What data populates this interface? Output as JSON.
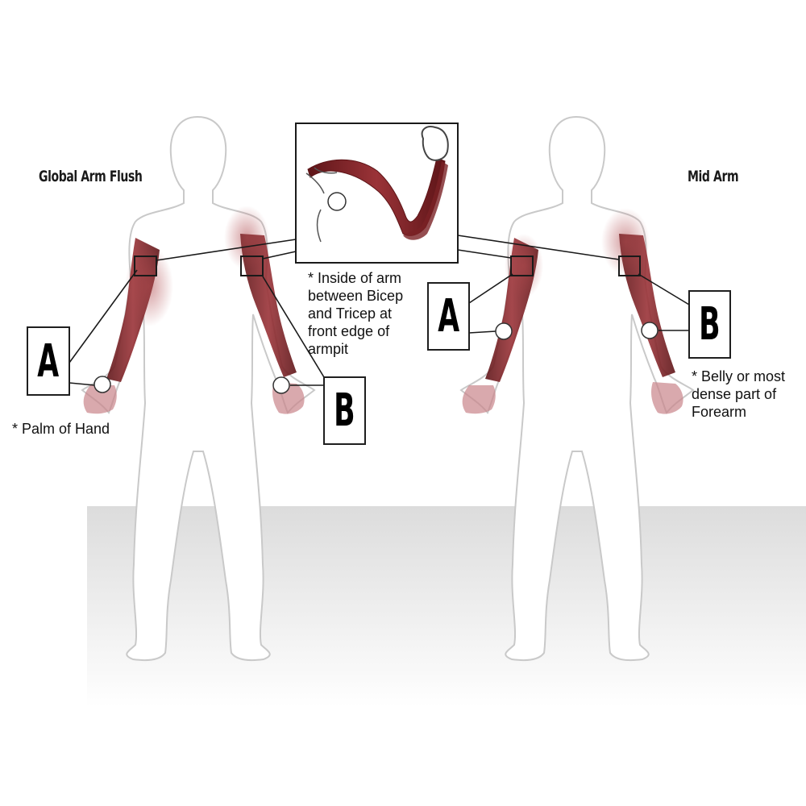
{
  "diagram": {
    "left_title": "Global Arm Flush",
    "right_title": "Mid Arm",
    "notes": {
      "inset_note": "* Inside of arm\nbetween Bicep\nand Tricep at\nfront edge of\narmpit",
      "palm_note": "* Palm of Hand",
      "forearm_note": "* Belly or most\ndense part of\nForearm"
    },
    "labels": {
      "left_a": "A",
      "left_b": "B",
      "right_a": "A",
      "right_b": "B"
    },
    "colors": {
      "muscle": "#8a2a2e",
      "muscle_dark": "#5e1518",
      "outline": "#c9c9c9",
      "line": "#1a1a1a"
    }
  }
}
